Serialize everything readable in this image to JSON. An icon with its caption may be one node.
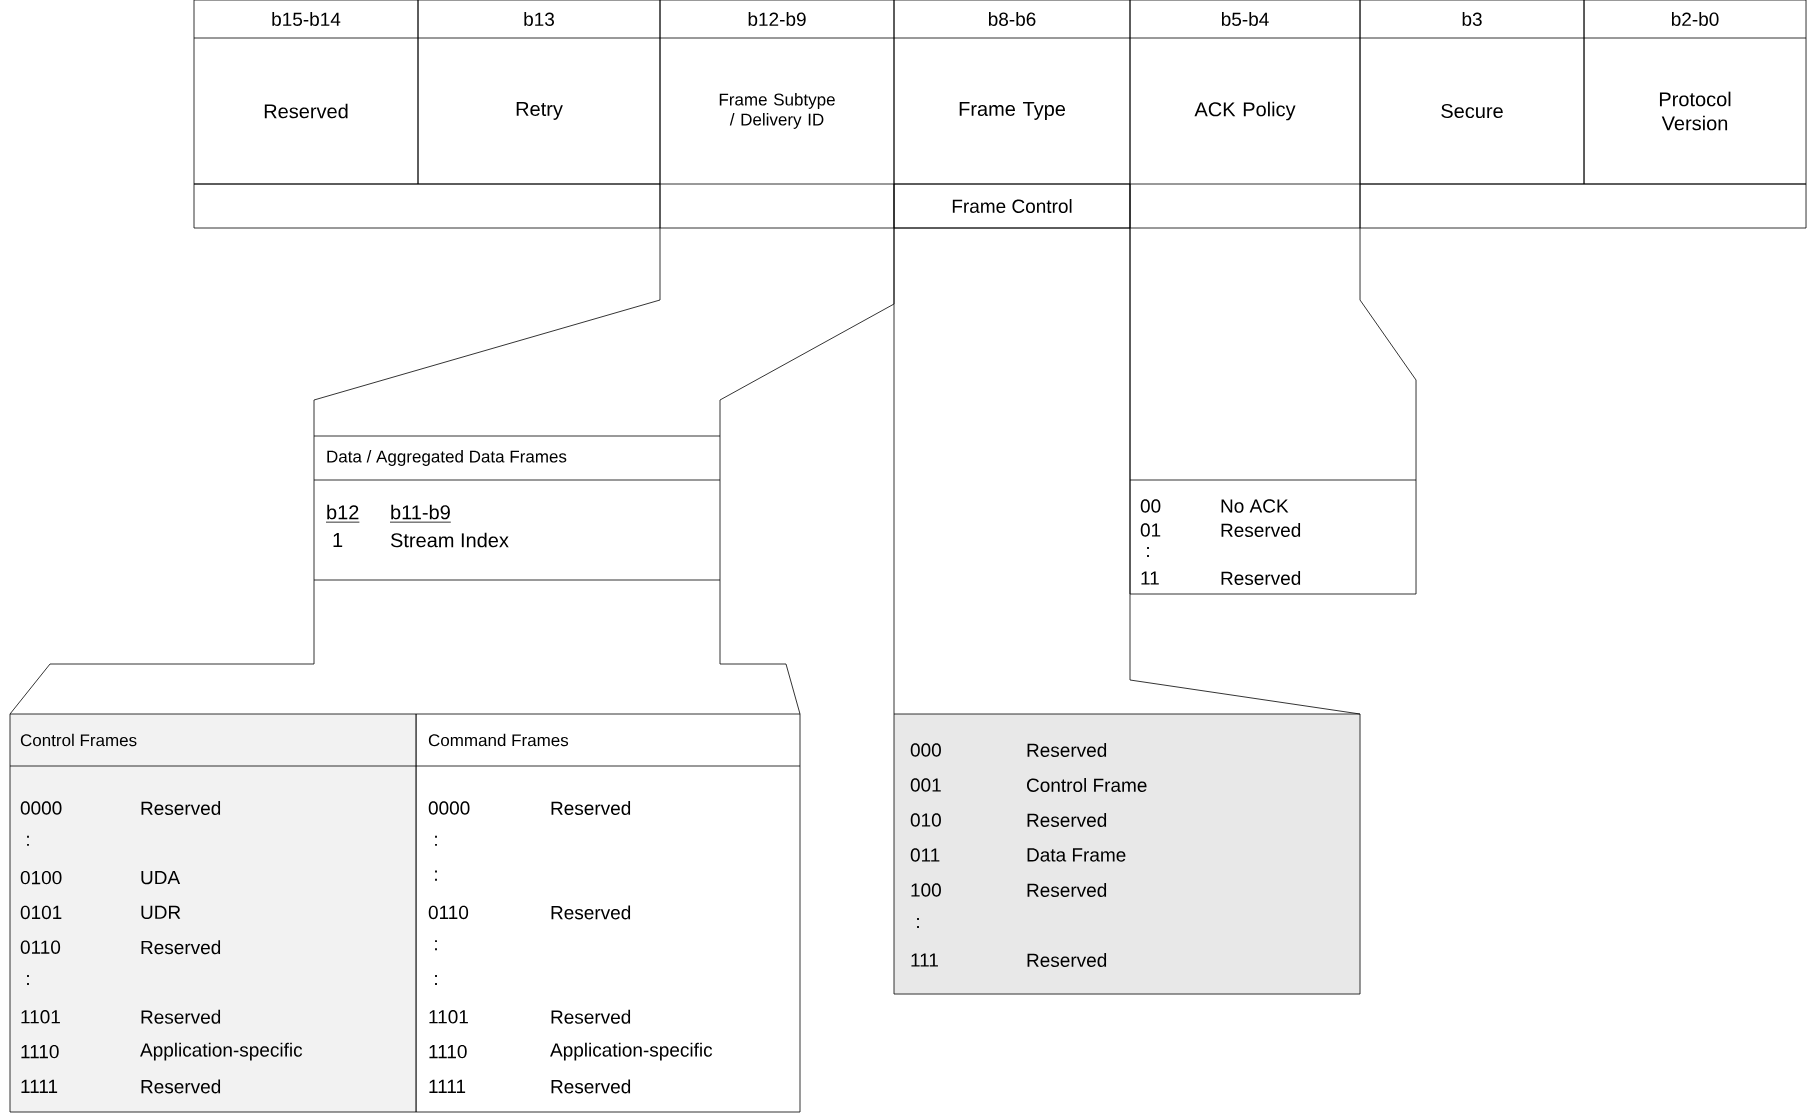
{
  "diagram": {
    "nodes": [
      {
        "text": [
          "b15-b14",
          "Reserved"
        ]
      },
      {
        "text": [
          "b13",
          "Retry"
        ]
      },
      {
        "text": [
          "b12-b9",
          "Frame Subtype / Delivery ID"
        ]
      },
      {
        "text": [
          "b8-b6",
          "Frame Type"
        ]
      },
      {
        "text": [
          "b5-b4",
          "ACK Policy"
        ]
      },
      {
        "text": [
          "b3",
          "Secure"
        ]
      },
      {
        "text": [
          "b2-b0",
          "Protocol Version"
        ]
      },
      {
        "text": [
          "Frame Control"
        ],
        "in": 3
      },
      {
        "text": [
          "Data / Aggregated Data Frames",
          "b12",
          "b11-b9",
          "1",
          "Stream Index"
        ]
      },
      {
        "text": [
          "00",
          "No ACK",
          "01",
          "Reserved",
          ":",
          "11",
          "Reserved"
        ]
      },
      {
        "text": [
          "Control Frames",
          "0000",
          "Reserved",
          ":",
          "0100",
          "UDA",
          "0101",
          "UDR",
          "0110",
          "Reserved",
          ":",
          "1101",
          "Reserved",
          "1110",
          "Application-specific",
          "1111",
          "Reserved"
        ]
      },
      {
        "text": [
          "Command Frames",
          "0000",
          "Reserved",
          ":",
          ":",
          "0110",
          "Reserved",
          ":",
          ":",
          "1101",
          "Reserved",
          "1110",
          "Application-specific",
          "1111",
          "Reserved"
        ]
      },
      {
        "text": [
          "000",
          "Reserved",
          "001",
          "Control Frame",
          "010",
          "Reserved",
          "011",
          "Data Frame",
          "100",
          "Reserved",
          ":",
          "111",
          "Reserved"
        ]
      }
    ],
    "edges": [
      {
        "from": 2,
        "to": 8,
        "arrow": "none"
      },
      {
        "from": 2,
        "to": 8,
        "arrow": "none"
      },
      {
        "from": 3,
        "to": 12,
        "arrow": "none"
      },
      {
        "from": 3,
        "to": 12,
        "arrow": "none"
      },
      {
        "from": 4,
        "to": 9,
        "arrow": "none"
      },
      {
        "from": 4,
        "to": 9,
        "arrow": "none"
      },
      {
        "from": 8,
        "to": 10,
        "arrow": "none"
      },
      {
        "from": 8,
        "to": 11,
        "arrow": "none"
      }
    ]
  }
}
